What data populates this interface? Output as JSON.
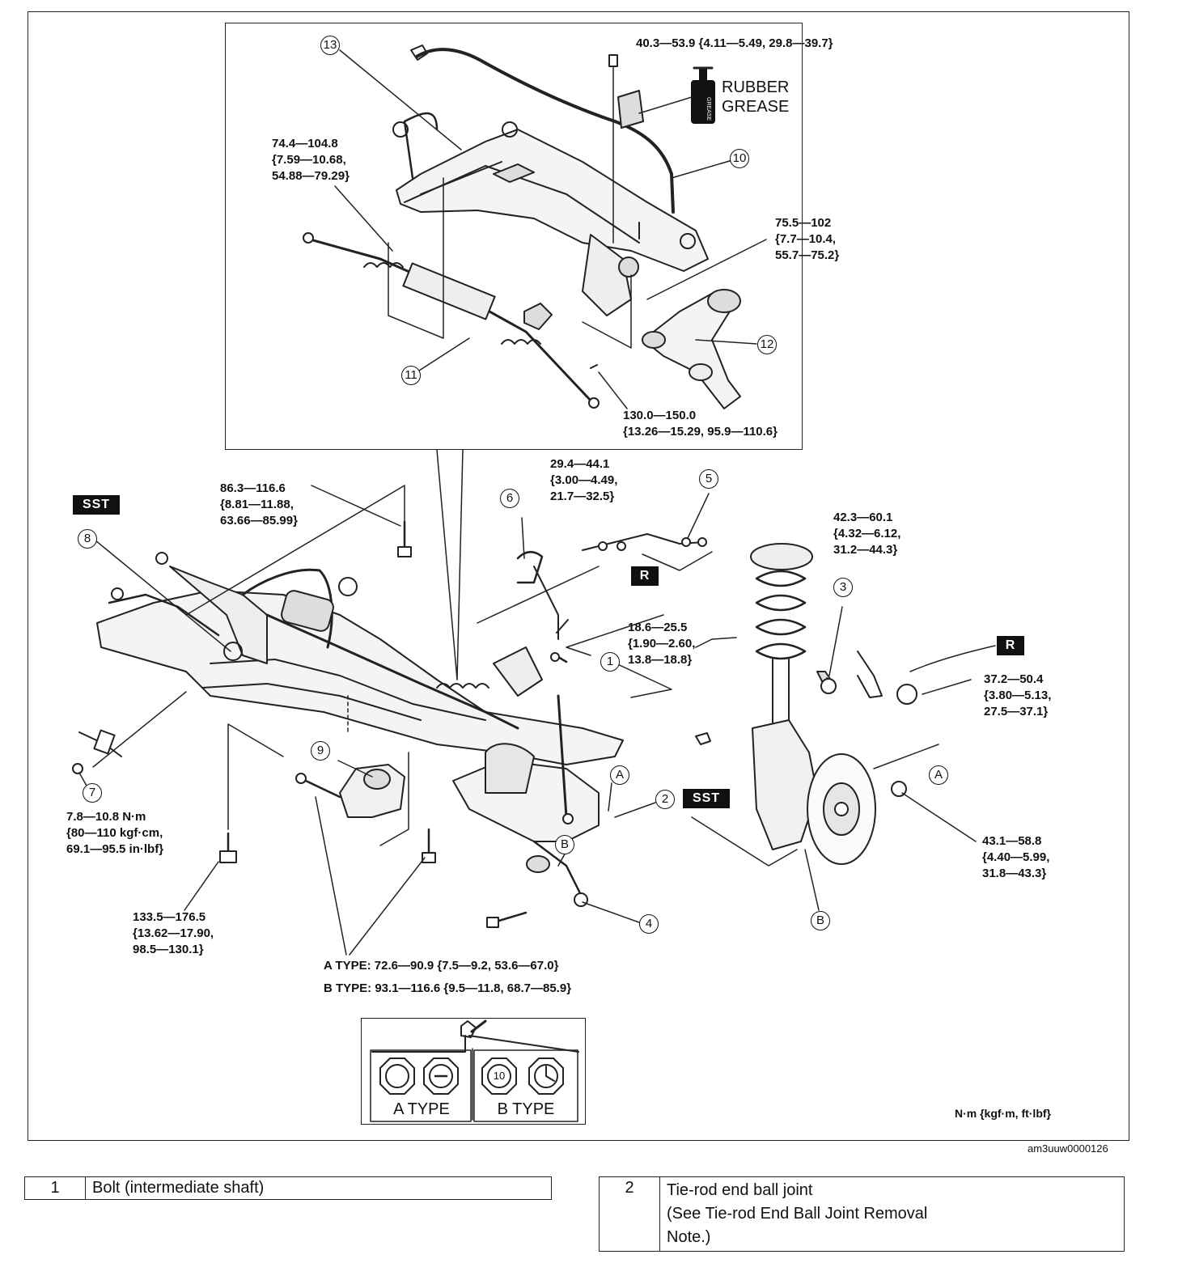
{
  "callouts": {
    "c1": "1",
    "c2": "2",
    "c3": "3",
    "c4": "4",
    "c5": "5",
    "c6": "6",
    "c7": "7",
    "c8": "8",
    "c9": "9",
    "c10": "10",
    "c11": "11",
    "c12": "12",
    "c13": "13",
    "a_left": "A",
    "a_right": "A",
    "b_left": "B",
    "b_right": "B"
  },
  "badges": {
    "sst": "SST",
    "r": "R"
  },
  "grease": {
    "label": "RUBBER\nGREASE",
    "tube_text": "GREASE"
  },
  "torques": {
    "t_stabilizer_bracket": "40.3—53.9 {4.11—5.49, 29.8—39.7}",
    "t_gear_mount": "74.4—104.8\n{7.59—10.68,\n54.88—79.29}",
    "t_crossmember_front": "75.5—102\n{7.7—10.4,\n55.7—75.2}",
    "t_lower_arm_rear": "130.0—150.0\n{13.26—15.29, 95.9—110.6}",
    "t_stabilizer_link_top": "29.4—44.1\n{3.00—4.49,\n21.7—32.5}",
    "t_crossmember_upper": "86.3—116.6\n{8.81—11.88,\n63.66—85.99}",
    "t_strut_top": "42.3—60.1\n{4.32—6.12,\n31.2—44.3}",
    "t_intermediate_shaft": "18.6—25.5\n{1.90—2.60,\n13.8—18.8}",
    "t_hub_nut": "37.2—50.4\n{3.80—5.13,\n27.5—37.1}",
    "t_knuckle": "43.1—58.8\n{4.40—5.99,\n31.8—43.3}",
    "t_bracket_bolt": "7.8—10.8 N·m\n{80—110 kgf·cm,\n69.1—95.5 in·lbf}",
    "t_crossmember_rear": "133.5—176.5\n{13.62—17.90,\n98.5—130.1}",
    "t_a_type": "A TYPE: 72.6—90.9 {7.5—9.2, 53.6—67.0}",
    "t_b_type": "B TYPE: 93.1—116.6 {9.5—11.8, 68.7—85.9}"
  },
  "bolt_types": {
    "a_caption": "A TYPE",
    "b_caption": "B TYPE",
    "b_head_mark": "10"
  },
  "units_note": "N·m {kgf·m, ft·lbf}",
  "image_id": "am3uuw0000126",
  "parts": [
    {
      "num": "1",
      "desc": "Bolt (intermediate shaft)"
    },
    {
      "num": "2",
      "desc": "Tie-rod end ball joint\n(See Tie-rod End Ball Joint Removal\nNote.)"
    }
  ]
}
